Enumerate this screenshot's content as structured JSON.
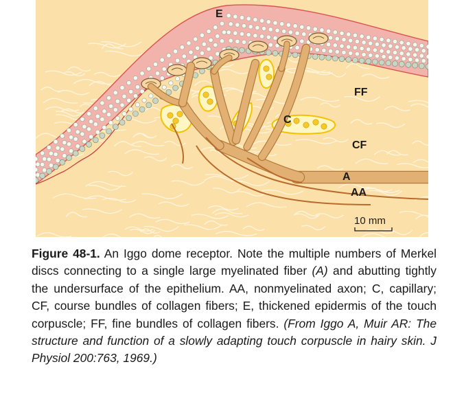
{
  "figure": {
    "labels": {
      "E": "E",
      "FF": "FF",
      "CF": "CF",
      "C": "C",
      "A": "A",
      "AA": "AA",
      "scale": "10 mm"
    },
    "colors": {
      "dermis": "#fbe1a9",
      "epidermis": "#f3b3ad",
      "epidermis_edge": "#d9544f",
      "fiber": "#e2b073",
      "fiber_edge": "#b27a3a",
      "capillary_fill": "#fff6c4",
      "capillary_edge": "#f2c200",
      "cell_dot": "#f5f8ee",
      "basal_cell": "#c9d6c5"
    }
  },
  "caption": {
    "title": "Figure 48-1.",
    "text": " An Iggo dome receptor. Note the multiple numbers of Merkel discs connecting to a single large myelinated fiber ",
    "italic_a": "(A)",
    "text2": " and abutting tightly the undersurface of the epithelium. AA, nonmyelinated axon; C, capillary; CF, course bundles of collagen fibers; E, thickened epidermis of the touch corpuscle; FF, fine bundles of collagen fibers. ",
    "source": "(From Iggo A, Muir AR: The structure and function of a slowly adapting touch corpuscle in hairy skin. J Physiol 200:763, 1969.)"
  }
}
